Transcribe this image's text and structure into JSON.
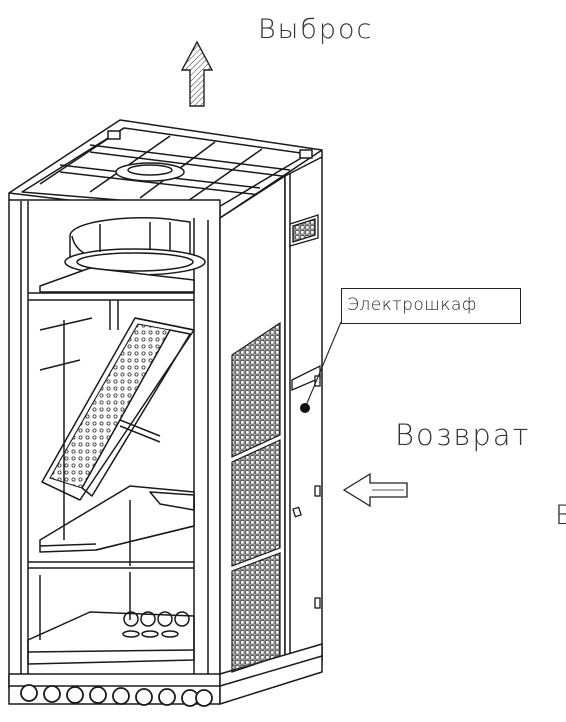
{
  "labels": {
    "exhaust": "Выброс",
    "return": "Возврат",
    "cabinet": "Электрошкаф",
    "edge_fragment": "B"
  },
  "colors": {
    "line": "#1a1a1a",
    "grille": "#555555",
    "background": "#ffffff"
  },
  "icons": {
    "exhaust_arrow": "arrow-up-icon",
    "return_arrow": "arrow-left-icon",
    "cabinet_marker": "dot-icon"
  }
}
